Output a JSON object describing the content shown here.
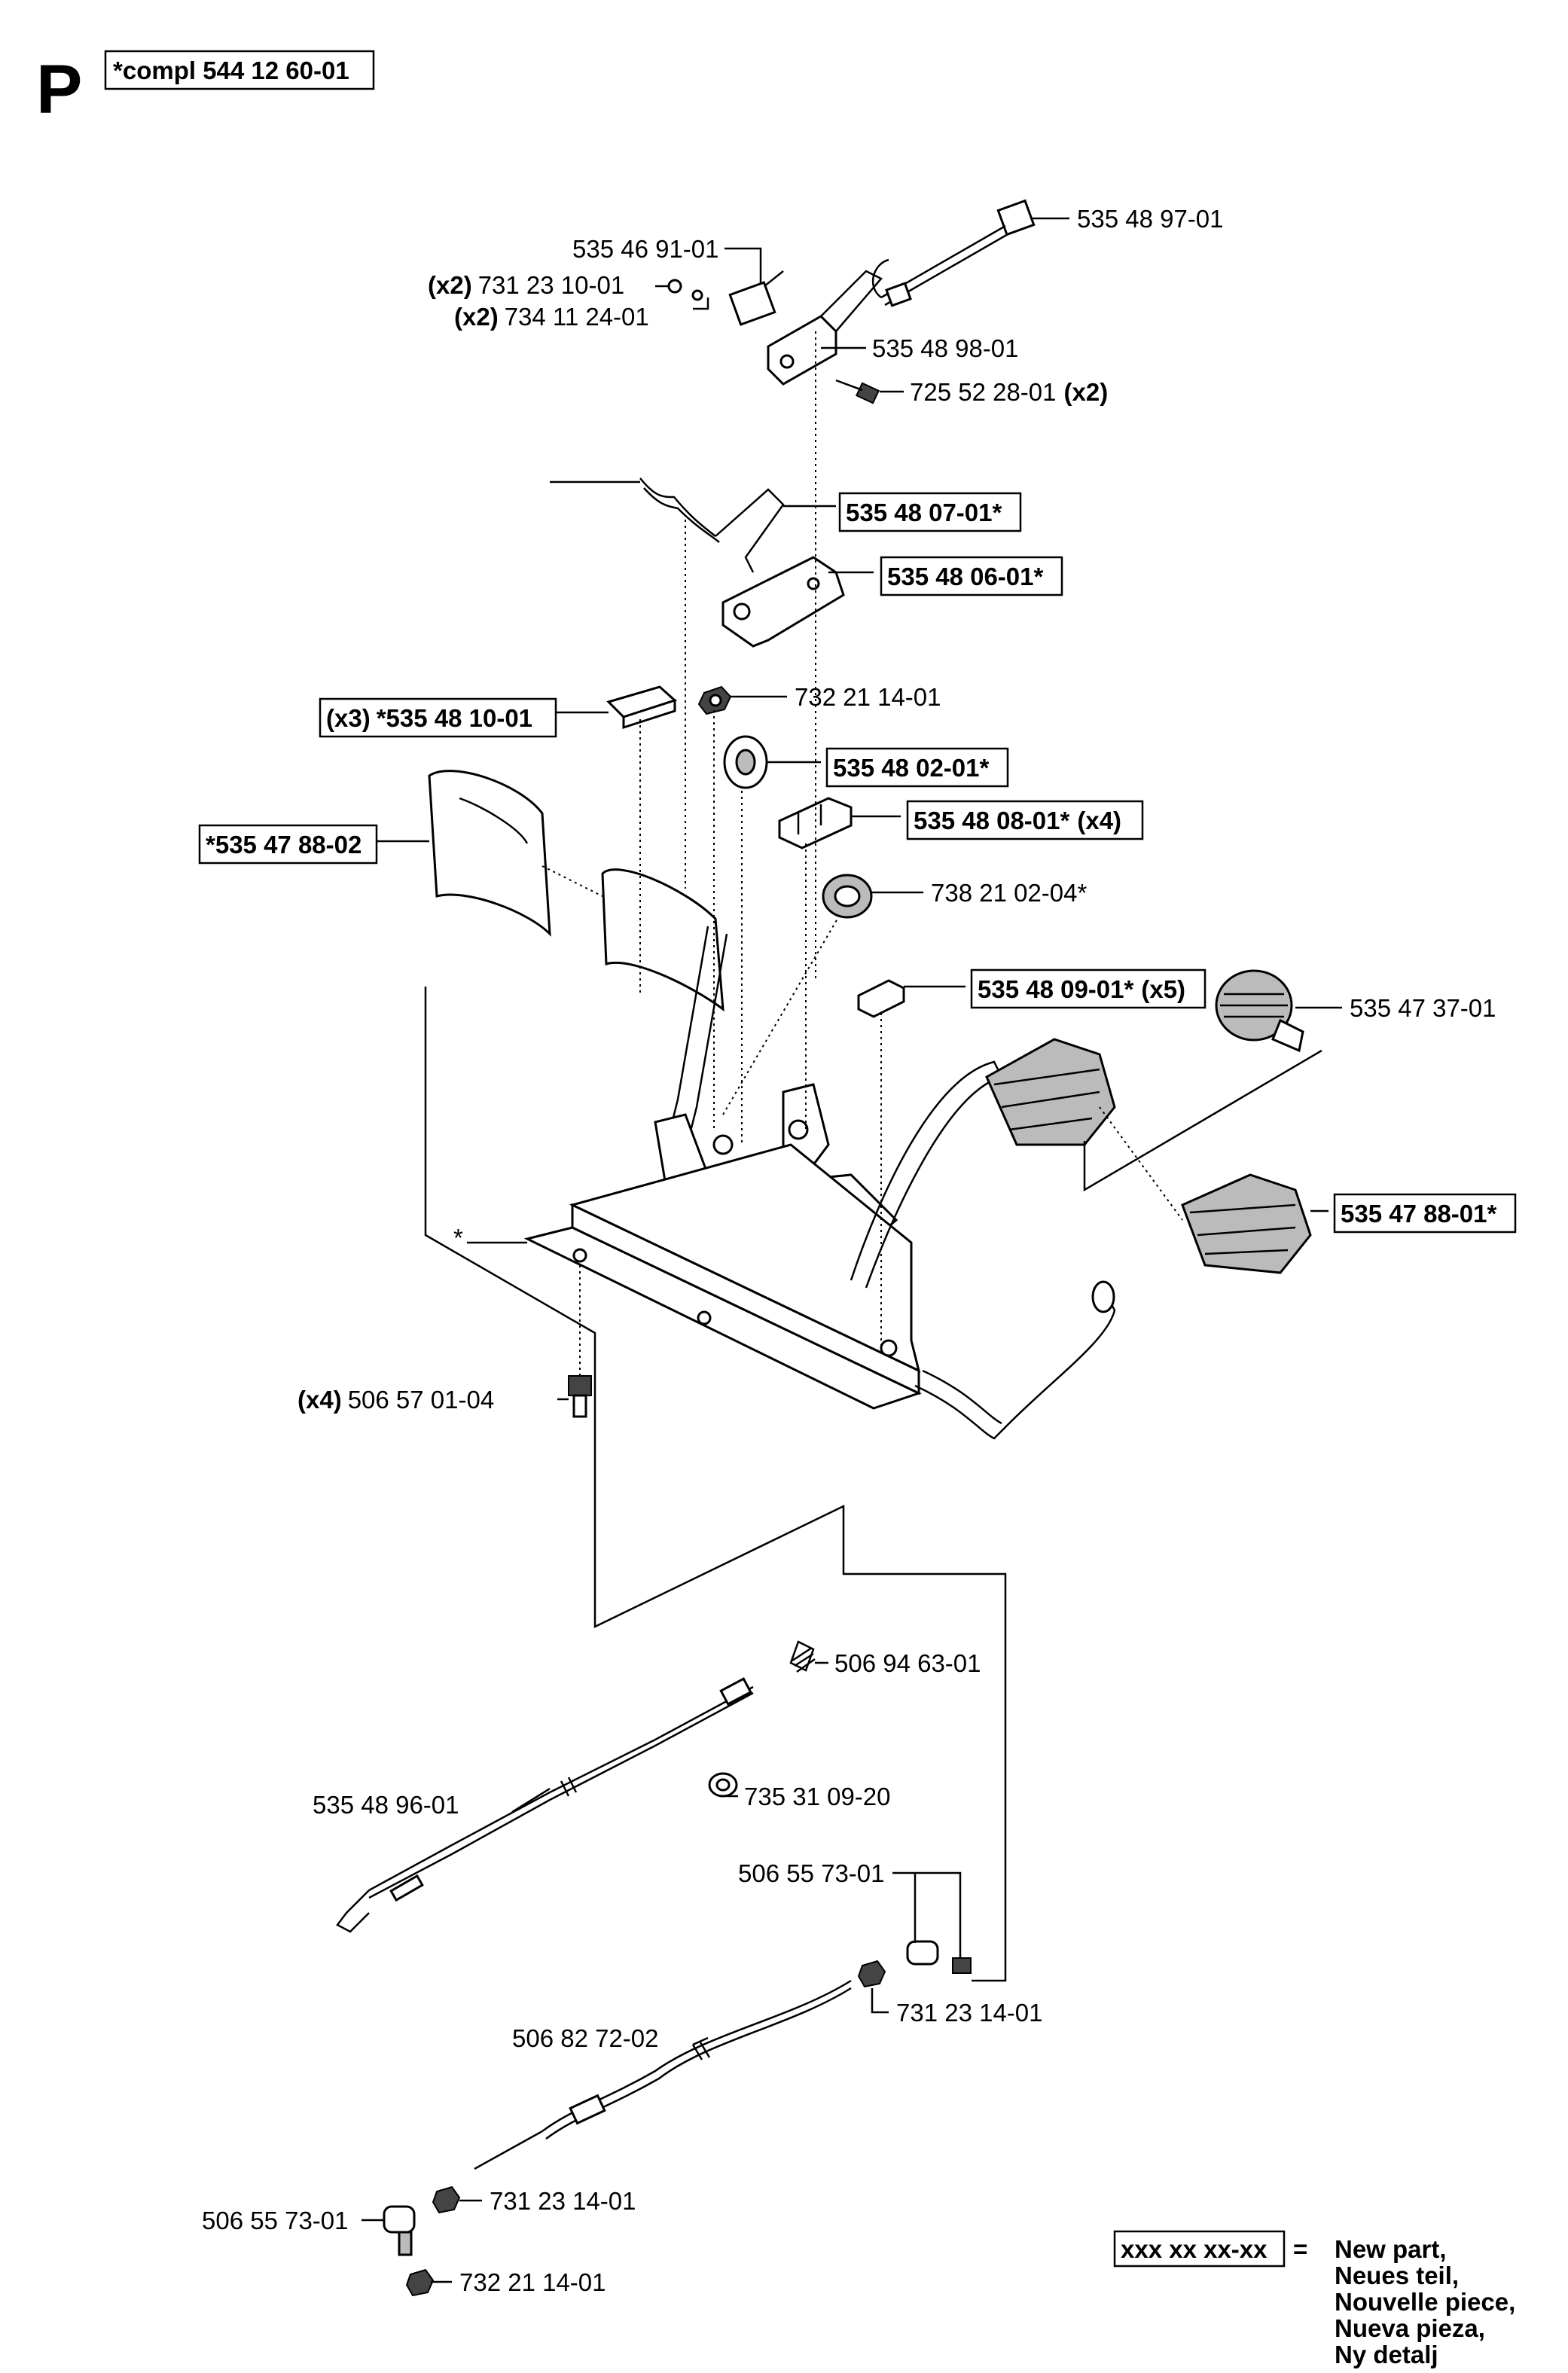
{
  "header": {
    "section_letter": "P",
    "assembly_ref": "*compl 544 12 60-01"
  },
  "callouts": [
    {
      "id": "c01",
      "text": "535 48 97-01",
      "qty": "",
      "boxed": false
    },
    {
      "id": "c02",
      "text": "535 46 91-01",
      "qty": "",
      "boxed": false
    },
    {
      "id": "c03",
      "text": "731 23 10-01",
      "qty": "(x2)",
      "boxed": false
    },
    {
      "id": "c04",
      "text": "734 11 24-01",
      "qty": "(x2)",
      "boxed": false
    },
    {
      "id": "c05",
      "text": "535 48 98-01",
      "qty": "",
      "boxed": false
    },
    {
      "id": "c06",
      "text": "725 52 28-01",
      "qty": "(x2)",
      "boxed": false
    },
    {
      "id": "c07",
      "text": "535 48 07-01*",
      "qty": "",
      "boxed": true
    },
    {
      "id": "c08",
      "text": "535 48 06-01*",
      "qty": "",
      "boxed": true
    },
    {
      "id": "c09",
      "text": "*535 48 10-01",
      "qty": "(x3)",
      "boxed": true
    },
    {
      "id": "c10",
      "text": "732 21 14-01",
      "qty": "",
      "boxed": false
    },
    {
      "id": "c11",
      "text": "535 48 02-01*",
      "qty": "",
      "boxed": true
    },
    {
      "id": "c12",
      "text": "*535 47 88-02",
      "qty": "",
      "boxed": true
    },
    {
      "id": "c13",
      "text": "535 48 08-01*",
      "qty": "(x4)",
      "boxed": true
    },
    {
      "id": "c14",
      "text": "738 21 02-04*",
      "qty": "",
      "boxed": false
    },
    {
      "id": "c15",
      "text": "535 48 09-01*",
      "qty": "(x5)",
      "boxed": true
    },
    {
      "id": "c16",
      "text": "535 47 37-01",
      "qty": "",
      "boxed": false
    },
    {
      "id": "c17",
      "text": "535 47 88-01*",
      "qty": "",
      "boxed": true
    },
    {
      "id": "c18",
      "text": "*",
      "qty": "",
      "boxed": false
    },
    {
      "id": "c19",
      "text": "506 57 01-04",
      "qty": "(x4)",
      "boxed": false
    },
    {
      "id": "c20",
      "text": "506 94 63-01",
      "qty": "",
      "boxed": false
    },
    {
      "id": "c21",
      "text": "535 48 96-01",
      "qty": "",
      "boxed": false
    },
    {
      "id": "c22",
      "text": "735 31 09-20",
      "qty": "",
      "boxed": false
    },
    {
      "id": "c23",
      "text": "506 55 73-01",
      "qty": "",
      "boxed": false
    },
    {
      "id": "c24",
      "text": "731 23 14-01",
      "qty": "",
      "boxed": false
    },
    {
      "id": "c25",
      "text": "506 82 72-02",
      "qty": "",
      "boxed": false
    },
    {
      "id": "c26",
      "text": "731 23 14-01",
      "qty": "",
      "boxed": false
    },
    {
      "id": "c27",
      "text": "506 55 73-01",
      "qty": "",
      "boxed": false
    },
    {
      "id": "c28",
      "text": "732 21 14-01",
      "qty": "",
      "boxed": false
    }
  ],
  "legend": {
    "sample": "xxx xx xx-xx",
    "equals": "=",
    "lines": [
      "New part,",
      "Neues teil,",
      "Nouvelle piece,",
      "Nueva pieza,",
      "Ny detalj"
    ]
  }
}
